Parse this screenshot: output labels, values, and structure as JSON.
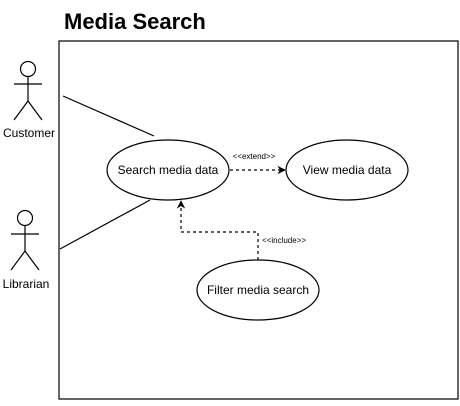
{
  "diagram": {
    "title": "Media Search",
    "actors": [
      {
        "id": "customer",
        "label": "Customer"
      },
      {
        "id": "librarian",
        "label": "Librarian"
      }
    ],
    "use_cases": [
      {
        "id": "search",
        "label": "Search media data"
      },
      {
        "id": "view",
        "label": "View media data"
      },
      {
        "id": "filter",
        "label": "Filter media search"
      }
    ],
    "relationships": [
      {
        "from": "customer",
        "to": "search",
        "type": "association"
      },
      {
        "from": "librarian",
        "to": "search",
        "type": "association"
      },
      {
        "from": "search",
        "to": "view",
        "type": "extend",
        "label": "<<extend>>"
      },
      {
        "from": "filter",
        "to": "search",
        "type": "include",
        "label": "<<include>>"
      }
    ]
  }
}
